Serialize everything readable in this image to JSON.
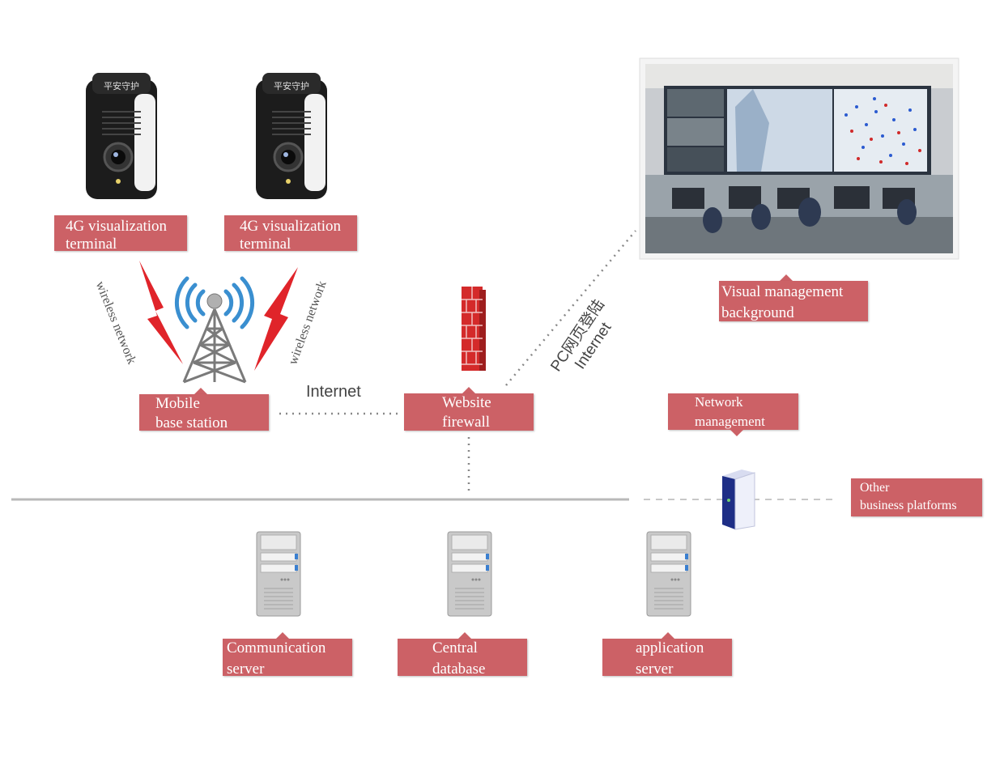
{
  "terminals": [
    {
      "line1": "4G visualization",
      "line2": " terminal"
    },
    {
      "line1": "4G visualization",
      "line2": " terminal"
    }
  ],
  "device_brand_text": "平安守护",
  "wireless_label": "wireless network",
  "base_station": {
    "line1": "Mobile",
    "line2": "base station"
  },
  "internet_label": "Internet",
  "firewall": {
    "line1": "Website",
    "line2": "firewall"
  },
  "pc_login_label": {
    "line1": "PC网页登陆",
    "line2": "Internet"
  },
  "visual_mgmt": {
    "line1": "Visual management",
    "line2": " background"
  },
  "network_mgmt": {
    "line1": "Network",
    "line2": "management"
  },
  "other_platforms": {
    "line1": "Other",
    "line2": "business platforms"
  },
  "servers": {
    "communication": {
      "line1": "Communication",
      "line2": "server"
    },
    "database": {
      "line1": "Central",
      "line2": "database"
    },
    "application": {
      "line1": "application",
      "line2": "server"
    }
  },
  "colors": {
    "label_bg": "#cc6166",
    "lightning": "#e0242a",
    "firewall": "#d42a2a",
    "signal": "#3a8fd0"
  }
}
